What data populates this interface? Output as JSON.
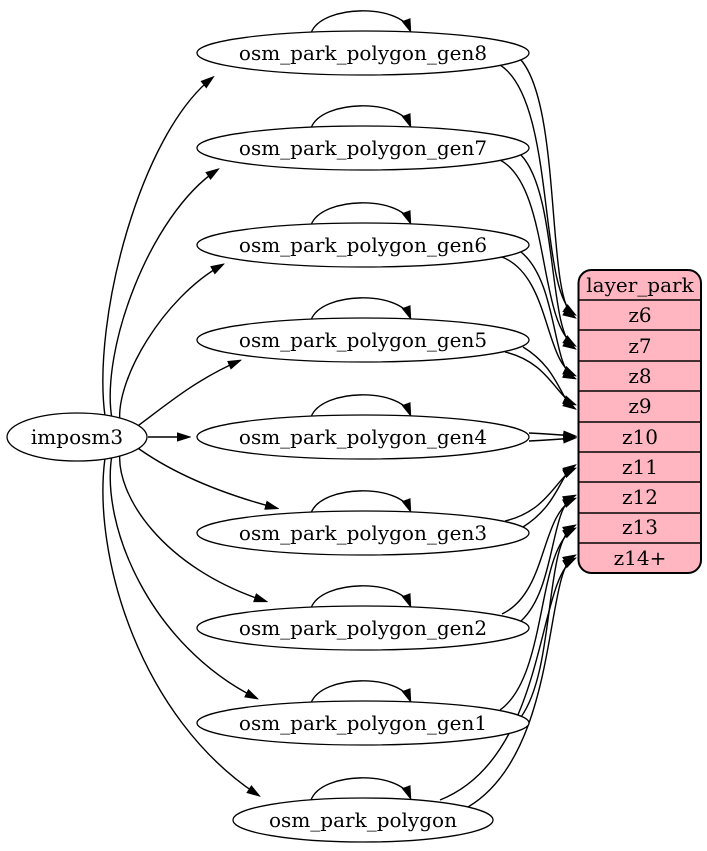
{
  "diagram": {
    "source": {
      "label": "imposm3"
    },
    "tables": [
      {
        "label": "osm_park_polygon_gen8"
      },
      {
        "label": "osm_park_polygon_gen7"
      },
      {
        "label": "osm_park_polygon_gen6"
      },
      {
        "label": "osm_park_polygon_gen5"
      },
      {
        "label": "osm_park_polygon_gen4"
      },
      {
        "label": "osm_park_polygon_gen3"
      },
      {
        "label": "osm_park_polygon_gen2"
      },
      {
        "label": "osm_park_polygon_gen1"
      },
      {
        "label": "osm_park_polygon"
      }
    ],
    "layer": {
      "title": "layer_park",
      "rows": [
        "z6",
        "z7",
        "z8",
        "z9",
        "z10",
        "z11",
        "z12",
        "z13",
        "z14+"
      ]
    },
    "edges": {
      "from_source_to": [
        "osm_park_polygon_gen8",
        "osm_park_polygon_gen7",
        "osm_park_polygon_gen6",
        "osm_park_polygon_gen5",
        "osm_park_polygon_gen4",
        "osm_park_polygon_gen3",
        "osm_park_polygon_gen2",
        "osm_park_polygon_gen1",
        "osm_park_polygon"
      ],
      "self_loops": [
        "osm_park_polygon_gen8",
        "osm_park_polygon_gen7",
        "osm_park_polygon_gen6",
        "osm_park_polygon_gen5",
        "osm_park_polygon_gen4",
        "osm_park_polygon_gen3",
        "osm_park_polygon_gen2",
        "osm_park_polygon_gen1",
        "osm_park_polygon"
      ],
      "table_to_zoom": [
        {
          "from": "osm_park_polygon_gen8",
          "to": "z6"
        },
        {
          "from": "osm_park_polygon_gen7",
          "to": "z7"
        },
        {
          "from": "osm_park_polygon_gen6",
          "to": "z8"
        },
        {
          "from": "osm_park_polygon_gen5",
          "to": "z9"
        },
        {
          "from": "osm_park_polygon_gen4",
          "to": "z10"
        },
        {
          "from": "osm_park_polygon_gen3",
          "to": "z11"
        },
        {
          "from": "osm_park_polygon_gen2",
          "to": "z12"
        },
        {
          "from": "osm_park_polygon_gen1",
          "to": "z13"
        },
        {
          "from": "osm_park_polygon",
          "to": "z14+"
        }
      ]
    },
    "colors": {
      "layer_fill": "#ffb6c1",
      "node_fill": "#ffffff",
      "stroke": "#000000",
      "background": "#ffffff"
    }
  }
}
